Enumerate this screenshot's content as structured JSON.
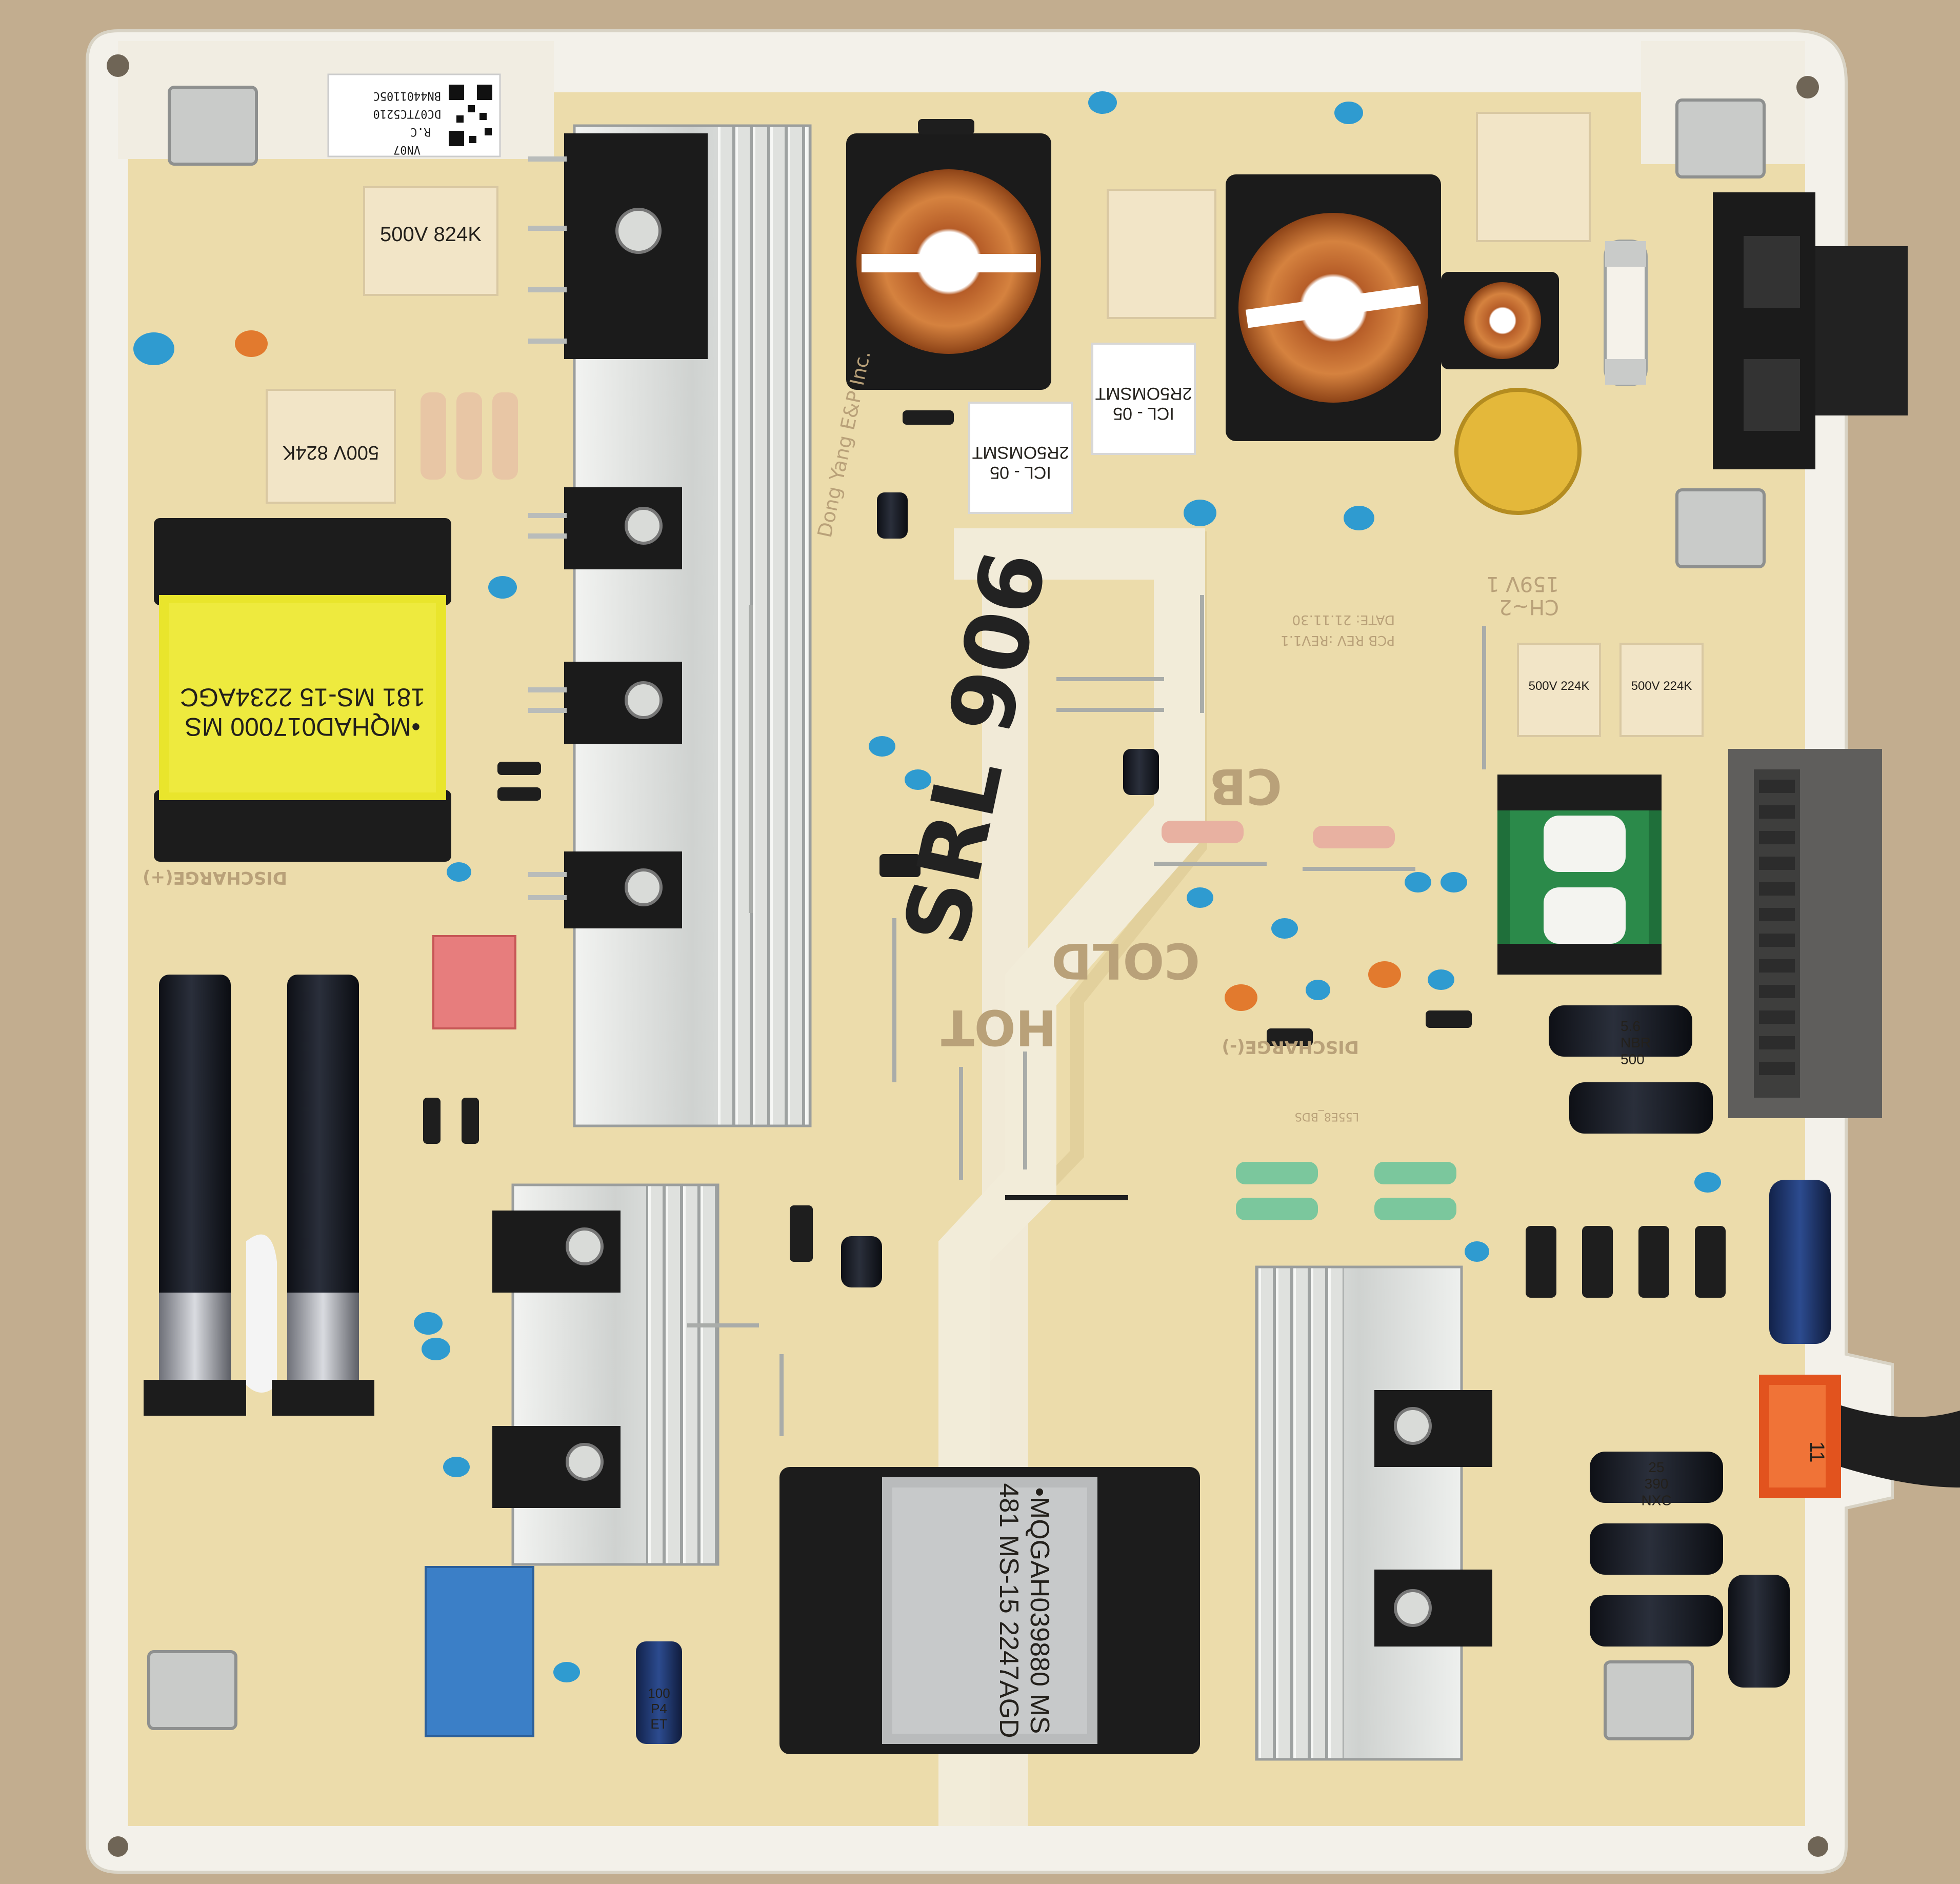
{
  "photo": {
    "colors": {
      "background": "#c2ad8f",
      "board": "#ecdcab",
      "board_edge": "#f1f0ea",
      "heatsink": "#d9dbd8",
      "transformer_black": "#1c1c1c",
      "transformer_yellow": "#e9e52c",
      "copper": "#c9743a",
      "capacitor_blue": "#2f9bd0",
      "film_cap": "#f2e5c7",
      "electrolytic": "#171a22",
      "x_cap_blue": "#3b7fc7",
      "red_cap": "#e77d7d",
      "marker": "#222222"
    },
    "texts": {
      "handwritten": "SRL 906",
      "main_transformer_label": "•MQHAD017000  MS\n181  MS-15  2234AGC",
      "small_transformer_label": "•MQGAH039880 MS\n481  MS-15  2247AGD",
      "film_cap_top": "500V   824K",
      "film_cap_left": "500V  824K",
      "icl_1": "ICL - 05\n2R5OMSMT",
      "icl_2": "ICL - 05\n2R5OMSMT",
      "film_cap_right_1": "500V 224K",
      "film_cap_right_2": "500V 224K",
      "sticker_line_1": "BN4401105C",
      "sticker_line_2": "DC07TC5210",
      "sticker_line_3": "R.C",
      "sticker_line_4": "VN07",
      "silk_cold": "COLD",
      "silk_hot": "HOT",
      "silk_cb": "CB",
      "silk_discharge": "DISCHARGE(-)",
      "silk_discharge_plus": "DISCHARGE(+)",
      "silk_dongyang": "Dong Yang E&P Inc.",
      "silk_version": "L55E8_BDS",
      "silk_pcb_rev": "PCB REV :REV1.1",
      "silk_date": "DATE: 21.11.30",
      "silk_ch": "CH~2",
      "silk_model": "159V 1",
      "cap_small_label": "100\nP4\nET",
      "elec_cap_label": "5.6\nNBR\n500",
      "elec_cap_small_label": "25\n390\nNXC",
      "output_connector_label": "11"
    }
  }
}
